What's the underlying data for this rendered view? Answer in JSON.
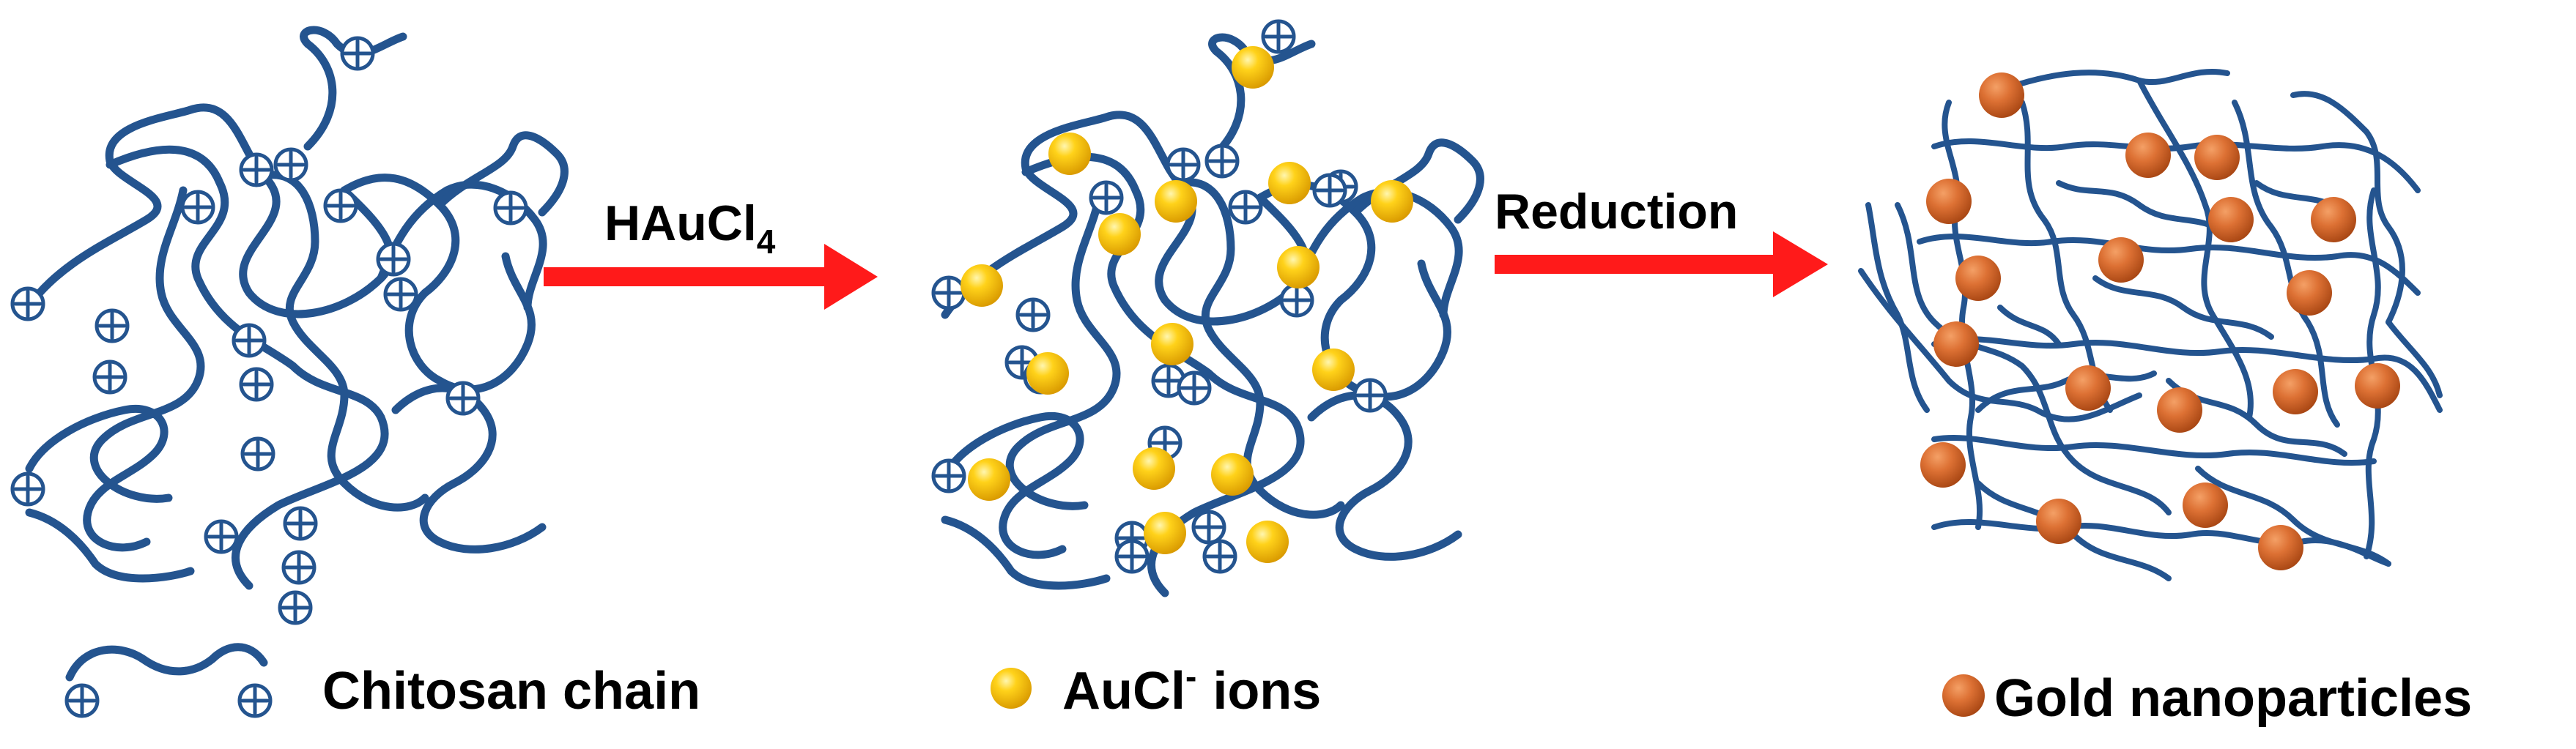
{
  "arrows": {
    "step1_reagent": "HAuCl",
    "step1_subscript": "4",
    "step2_label": "Reduction",
    "color": "#ff1a1a"
  },
  "legend": {
    "chitosan_label": "Chitosan chain",
    "aucl_label": "AuCl",
    "aucl_charge": "-",
    "aucl_suffix": "ions",
    "gold_label": "Gold nanoparticles"
  },
  "colors": {
    "chain": "#24548f",
    "aucl_sphere": "#f2b400",
    "gold_sphere": "#d46a2a"
  },
  "icons": {
    "positive_charge": "circled-plus-icon",
    "aucl_ion": "yellow-sphere-icon",
    "gold_nanoparticle": "orange-sphere-icon"
  }
}
